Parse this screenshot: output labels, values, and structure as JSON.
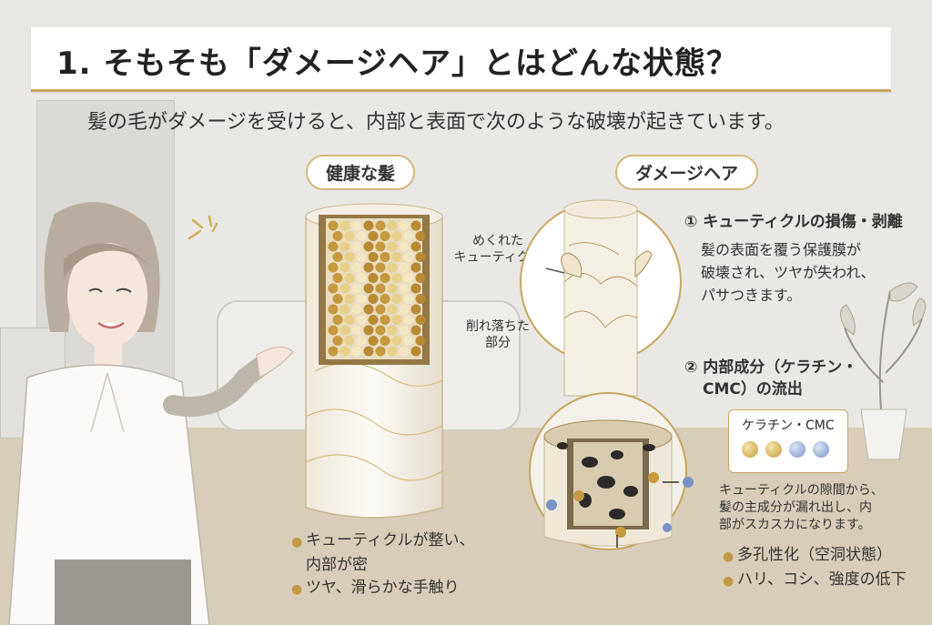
{
  "title": "1. そもそも「ダメージヘア」とはどんな状態？",
  "subtitle": "髪の毛がダメージを受けると、内部と表面で次のような破壊が起きています。",
  "healthy": {
    "label": "健康な髪",
    "bullets": [
      "キューティクルが整い、",
      "内部が密",
      "ツヤ、滑らかな手触り"
    ]
  },
  "damaged": {
    "label": "ダメージヘア",
    "callout_curled": [
      "めくれた",
      "キューティクル"
    ],
    "callout_chipped": [
      "削れ落ちた",
      "部分"
    ],
    "section1": {
      "heading": "① キューティクルの損傷・剥離",
      "body": [
        "髪の表面を覆う保護膜が",
        "破壊され、ツヤが失われ、",
        "パサつきます。"
      ]
    },
    "section2": {
      "heading": [
        "② 内部成分（ケラチン・",
        "CMC）の流出"
      ]
    },
    "legend": {
      "title": "ケラチン・CMC",
      "colors": {
        "keratin": "#c59a3e",
        "cmc": "#7a93c6"
      }
    },
    "leak_text": [
      "キューティクルの隙間から、",
      "髪の主成分が漏れ出し、内",
      "部がスカスカになります。"
    ],
    "bullets": [
      "多孔性化（空洞状態）",
      "ハリ、コシ、強度の低下"
    ]
  },
  "colors": {
    "accent_gold": "#c7a760",
    "text": "#2a2a2a"
  }
}
